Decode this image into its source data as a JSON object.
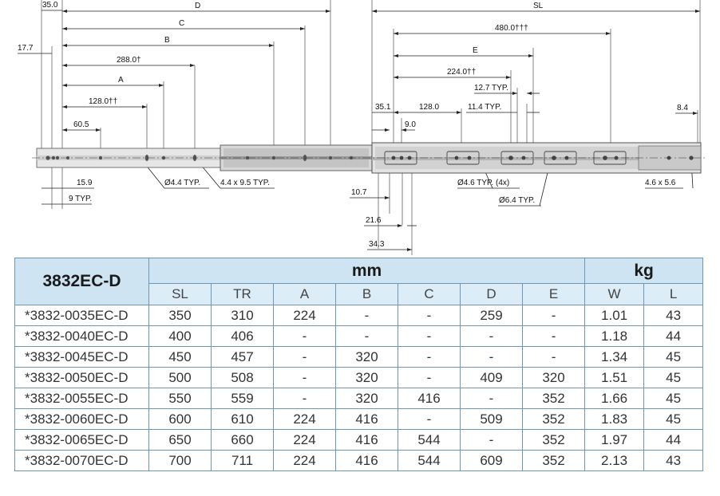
{
  "drawing": {
    "dimensions": {
      "d35": "35.0",
      "D": "D",
      "SL": "SL",
      "C": "C",
      "d17_7": "17.7",
      "B": "B",
      "d288": "288.0†",
      "A": "A",
      "d128a": "128.0††",
      "d60_5": "60.5",
      "d480": "480.0†††",
      "E": "E",
      "d224": "224.0††",
      "d12_7": "12.7 TYP.",
      "d35_1": "35.1",
      "d128b": "128.0",
      "d11_4": "11.4 TYP.",
      "d8_4": "8.4",
      "d9_0": "9.0",
      "d15_9": "15.9",
      "d9typ": "9 TYP.",
      "hole44": "Ø4.4 TYP.",
      "slot44": "4.4 x 9.5 TYP.",
      "d10_7": "10.7",
      "hole46": "Ø4.6 TYP. (4x)",
      "hole64": "Ø6.4 TYP.",
      "slot46": "4.6 x 5.6",
      "d21_6": "21.6",
      "d34_3": "34.3"
    }
  },
  "table": {
    "model": "3832EC-D",
    "group_mm": "mm",
    "group_kg": "kg",
    "columns": [
      "SL",
      "TR",
      "A",
      "B",
      "C",
      "D",
      "E",
      "W",
      "L"
    ],
    "rows": [
      {
        "part": "*3832-0035EC-D",
        "values": [
          "350",
          "310",
          "224",
          "-",
          "-",
          "259",
          "-",
          "1.01",
          "43"
        ]
      },
      {
        "part": "*3832-0040EC-D",
        "values": [
          "400",
          "406",
          "-",
          "-",
          "-",
          "-",
          "-",
          "1.18",
          "44"
        ]
      },
      {
        "part": "*3832-0045EC-D",
        "values": [
          "450",
          "457",
          "-",
          "320",
          "-",
          "-",
          "-",
          "1.34",
          "45"
        ]
      },
      {
        "part": "*3832-0050EC-D",
        "values": [
          "500",
          "508",
          "-",
          "320",
          "-",
          "409",
          "320",
          "1.51",
          "45"
        ]
      },
      {
        "part": "*3832-0055EC-D",
        "values": [
          "550",
          "559",
          "-",
          "320",
          "416",
          "-",
          "352",
          "1.66",
          "45"
        ]
      },
      {
        "part": "*3832-0060EC-D",
        "values": [
          "600",
          "610",
          "224",
          "416",
          "-",
          "509",
          "352",
          "1.83",
          "45"
        ]
      },
      {
        "part": "*3832-0065EC-D",
        "values": [
          "650",
          "660",
          "224",
          "416",
          "544",
          "-",
          "352",
          "1.97",
          "44"
        ]
      },
      {
        "part": "*3832-0070EC-D",
        "values": [
          "700",
          "711",
          "224",
          "416",
          "544",
          "609",
          "352",
          "2.13",
          "43"
        ]
      }
    ]
  }
}
